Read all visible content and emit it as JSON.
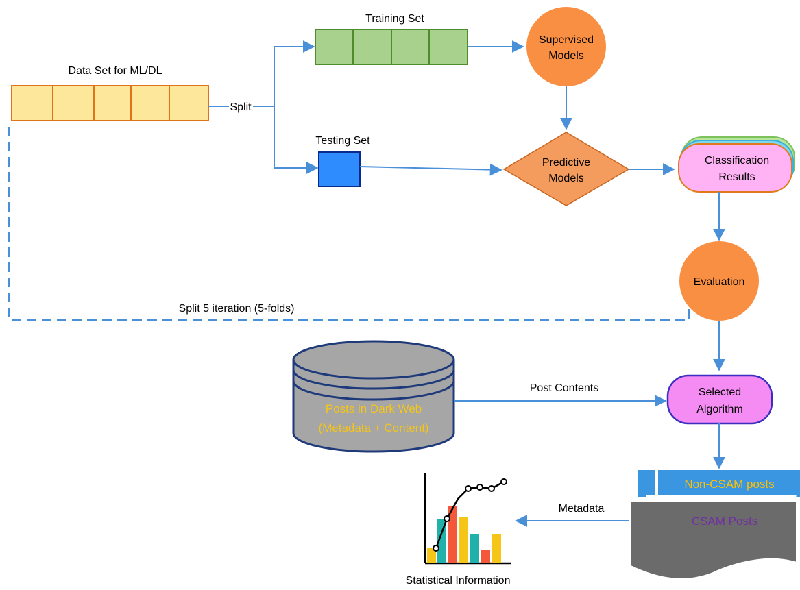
{
  "diagram": {
    "dataset_title": "Data Set for ML/DL",
    "split_label": "Split",
    "training_title": "Training Set",
    "testing_title": "Testing Set",
    "supervised_line1": "Supervised",
    "supervised_line2": "Models",
    "predictive_line1": "Predictive",
    "predictive_line2": "Models",
    "classification_line1": "Classification",
    "classification_line2": "Results",
    "evaluation": "Evaluation",
    "kfold_label": "Split 5 iteration (5-folds)",
    "post_contents_label": "Post Contents",
    "db_line1": "Posts in Dark Web",
    "db_line2": "(Metadata + Content)",
    "selected_line1": "Selected",
    "selected_line2": "Algorithm",
    "non_csam": "Non-CSAM posts",
    "csam": "CSAM Posts",
    "metadata_label": "Metadata",
    "stats_caption": "Statistical Information"
  },
  "colors": {
    "arrow": "#4a90d9",
    "dataset_fill": "#fde79b",
    "dataset_stroke": "#e0741a",
    "training_fill": "#a9d18e",
    "training_stroke": "#4e8c2e",
    "testing_fill": "#2e8cff",
    "orange_node": "#f98f43",
    "pink_node": "#ffb3f5",
    "selected_fill": "#f48cf4",
    "selected_stroke": "#3a2fbf",
    "db_fill": "#a6a6a6",
    "db_text": "#f5c518",
    "non_csam_fill": "#3a96e0",
    "non_csam_text": "#ffc000",
    "csam_fill": "#6b6b6b",
    "csam_text": "#7030a0"
  }
}
